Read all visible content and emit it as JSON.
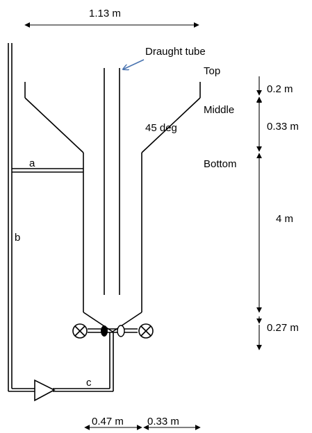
{
  "labels": {
    "width_top": "1.13 m",
    "draught_tube": "Draught tube",
    "top": "Top",
    "middle": "Middle",
    "bottom": "Bottom",
    "angle": "45 deg",
    "dim_top_section": "0.2 m",
    "dim_middle_section": "0.33 m",
    "dim_bottom_section": "4 m",
    "dim_cone": "0.27 m",
    "dim_bottom_left": "0.47 m",
    "dim_bottom_right": "0.33 m",
    "pipe_a": "a",
    "pipe_b": "b",
    "pipe_c": "c"
  },
  "colors": {
    "line": "#000000",
    "callout_arrow": "#4a74b0"
  }
}
